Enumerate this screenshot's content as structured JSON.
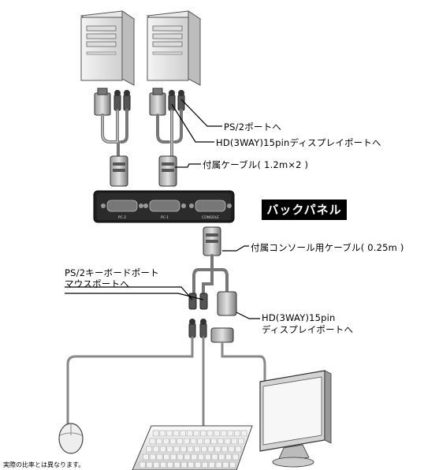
{
  "labels": {
    "ps2_port": "PS/2ポートへ",
    "hd_port": "HD(3WAY)15pinディスプレイポートへ",
    "included_cable": "付属ケーブル( 1.2m×2 )",
    "back_panel": "バックパネル",
    "console_cable": "付属コンソール用ケーブル( 0.25m )",
    "ps2_keyboard_line1": "PS/2キーボードポート",
    "ps2_keyboard_line2": "マウスポートへ",
    "hd_display_line1": "HD(3WAY)15pin",
    "hd_display_line2": "ディスプレイポートへ",
    "note": "実際の比率とは異なります。"
  },
  "panel_ports": [
    "PC-2",
    "PC-1",
    "CONSOLE"
  ],
  "icons": [
    "pc-tower-icon",
    "pc-tower-icon",
    "kvm-switch-icon",
    "mouse-icon",
    "keyboard-icon",
    "monitor-icon"
  ]
}
